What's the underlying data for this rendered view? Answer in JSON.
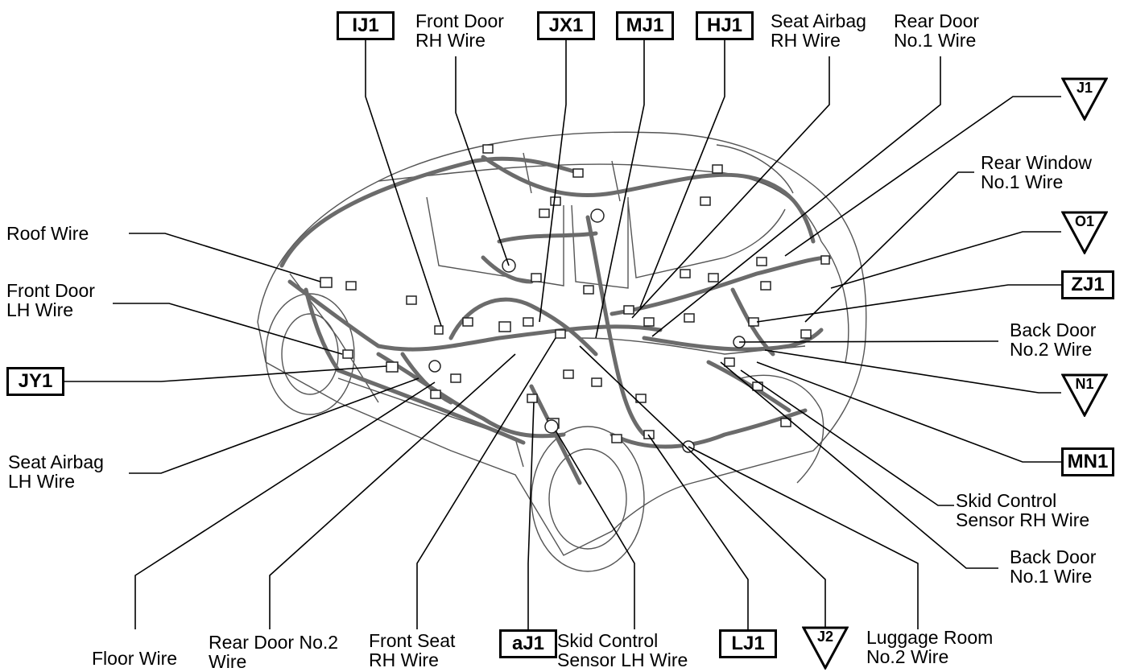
{
  "labels": {
    "front_door_rh": [
      "Front Door",
      "RH Wire"
    ],
    "seat_airbag_rh": [
      "Seat Airbag",
      "RH Wire"
    ],
    "rear_door_no1": [
      "Rear Door",
      "No.1 Wire"
    ],
    "rear_window_no1": [
      "Rear Window",
      "No.1 Wire"
    ],
    "roof": [
      "Roof Wire"
    ],
    "front_door_lh": [
      "Front Door",
      "LH Wire"
    ],
    "back_door_no2": [
      "Back Door",
      "No.2 Wire"
    ],
    "seat_airbag_lh": [
      "Seat Airbag",
      "LH Wire"
    ],
    "skid_rh": [
      "Skid Control",
      "Sensor RH Wire"
    ],
    "back_door_no1": [
      "Back Door",
      "No.1 Wire"
    ],
    "floor": [
      "Floor Wire"
    ],
    "rear_door_no2": [
      "Rear Door No.2",
      "Wire"
    ],
    "front_seat_rh": [
      "Front Seat",
      "RH Wire"
    ],
    "skid_lh": [
      "Skid Control",
      "Sensor LH Wire"
    ],
    "luggage_no2": [
      "Luggage Room",
      "No.2 Wire"
    ]
  },
  "connectors": {
    "ij1": "IJ1",
    "jx1": "JX1",
    "mj1": "MJ1",
    "hj1": "HJ1",
    "zj1": "ZJ1",
    "jy1": "JY1",
    "mn1": "MN1",
    "aj1": "aJ1",
    "lj1": "LJ1"
  },
  "grounds": {
    "j1": "J1",
    "o1": "O1",
    "n1": "N1",
    "j2": "J2"
  }
}
